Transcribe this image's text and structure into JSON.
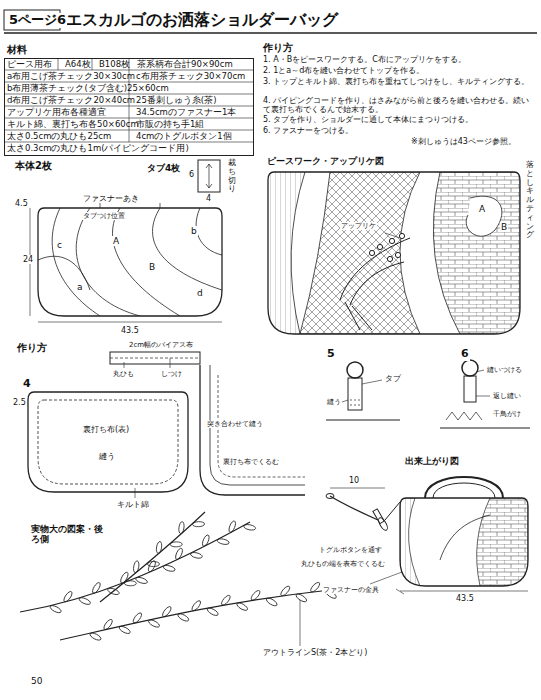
{
  "diagram": {
    "title": "エスカルゴのお洒落ショルダーバッグ",
    "nodes": [
      {
        "text": [
          "材料",
          "ピース用布",
          "A64枚",
          "B108枚",
          "茶系柄布合計90×90cm",
          "a布用こげ茶チェック30×30cm",
          "c布用茶チェック30×70cm",
          "b布用薄茶チェック(タブ含む)25×60cm",
          "d布用こげ茶チェック20×40cm",
          "25番刺しゅう糸(茶)",
          "アップリケ用布各種適宜",
          "34.5cmのファスナー1本",
          "キルト綿、裏打ち布各50×60cm",
          "市販の持ち手1組",
          "太さ0.5cmの丸ひも25cm",
          "4cmのトグルボタン1個",
          "太さ0.3cmの丸ひも1m(パイピングコード用)"
        ]
      }
    ],
    "labels": [
      "5ページ6",
      "作り方",
      "1. A・Bをピースワークする。C布にアップリケをする。",
      "2. 1とa～d布を縫い合わせてトップを作る。",
      "3. トップとキルト綿、裏打ち布を重ねてしつけをし、キルティングする。",
      "4. パイピングコードを作り、はさみながら前と後ろを縫い合わせる。続いて裏打ち布でくるんで始末する。",
      "5. タブを作り、ショルダーに通して本体にまつりつける。",
      "6. ファスナーをつける。",
      "※刺しゅうは43ページ参照。",
      "本体2枚",
      "タブ4枚",
      "6",
      "4",
      "裁ち切り",
      "ファスナーあき",
      "タブつけ位置",
      "4.5",
      "24",
      "43.5",
      "c",
      "a",
      "A",
      "B",
      "b",
      "d",
      "ピースワーク・アップリケ図",
      "落としキルティング",
      "A",
      "B",
      "アップリケ",
      "作り方",
      "2cm幅のバイアス布",
      "丸ひも",
      "しつけ",
      "4",
      "2.5",
      "裏打ち布(表)",
      "縫う",
      "キルト綿",
      "突き合わせて縫う",
      "裏打ち布でくるむ",
      "5",
      "タブ",
      "縫う",
      "6",
      "縫いつける",
      "返し縫い",
      "千鳥がけ",
      "出来上がり図",
      "10",
      "トグルボタンを通す",
      "丸ひもの端を表布でくるむ",
      "ファスナーの金具",
      "43.5",
      "実物大の図案・後ろ側",
      "アウトラインS(茶・2本どり)",
      "50"
    ]
  }
}
